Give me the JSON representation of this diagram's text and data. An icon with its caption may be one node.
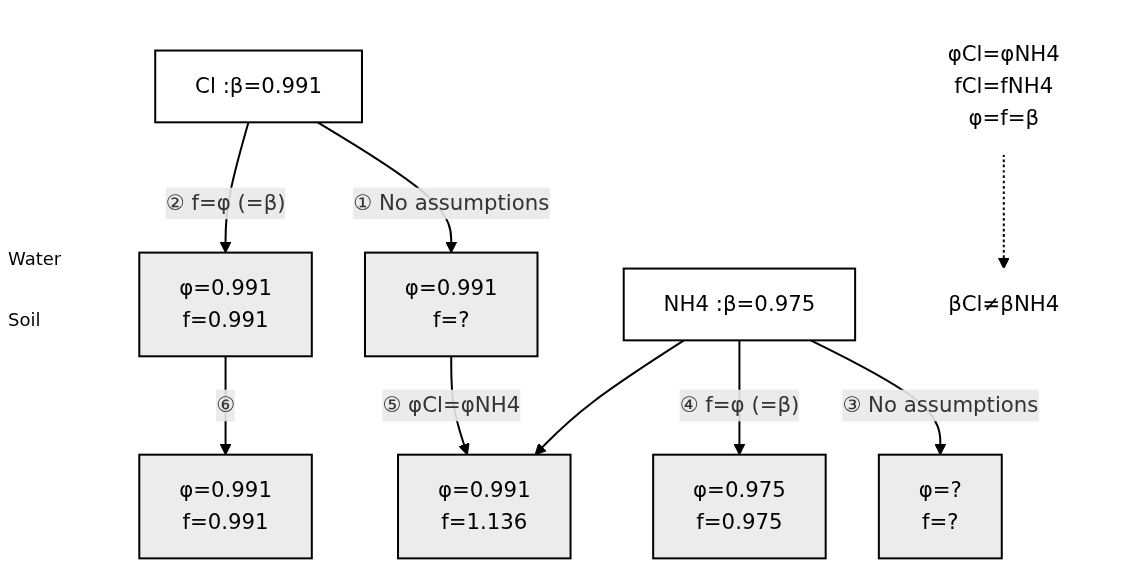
{
  "diagram": {
    "nodes": [
      {
        "text": [
          "Cl :β=0.991"
        ]
      },
      {
        "text": [
          "φ=0.991",
          "f=?"
        ]
      },
      {
        "text": [
          "φ=0.991",
          "f=0.991"
        ]
      },
      {
        "text": [
          "NH4 :β=0.975"
        ]
      },
      {
        "text": [
          "φ=?",
          "f=?"
        ]
      },
      {
        "text": [
          "φ=0.975",
          "f=0.975"
        ]
      },
      {
        "text": [
          "φ=0.991",
          "f=1.136"
        ]
      },
      {
        "text": [
          "φ=0.991",
          "f=0.991"
        ]
      },
      {
        "text": [
          "φCl=φNH4",
          "fCl=fNH4",
          "φ=f=β"
        ]
      },
      {
        "text": [
          "βCl≠βNH4"
        ]
      }
    ],
    "edges": [
      {
        "from": 0,
        "to": 1,
        "arrow": "to",
        "label": "① No assumptions"
      },
      {
        "from": 0,
        "to": 2,
        "arrow": "to",
        "label": "② f=φ (=β)"
      },
      {
        "from": 3,
        "to": 4,
        "arrow": "to",
        "label": "③ No assumptions"
      },
      {
        "from": 3,
        "to": 5,
        "arrow": "to",
        "label": "④ f=φ (=β)"
      },
      {
        "from": 1,
        "to": 6,
        "arrow": "to",
        "label": "⑤ φCl=φNH4"
      },
      {
        "from": 3,
        "to": 6,
        "arrow": "to"
      },
      {
        "from": 2,
        "to": 7,
        "arrow": "to",
        "label": "⑥"
      },
      {
        "from": 8,
        "to": 9,
        "arrow": "to",
        "style": "dashed"
      }
    ],
    "labels": [
      "Water",
      "Soil"
    ]
  }
}
